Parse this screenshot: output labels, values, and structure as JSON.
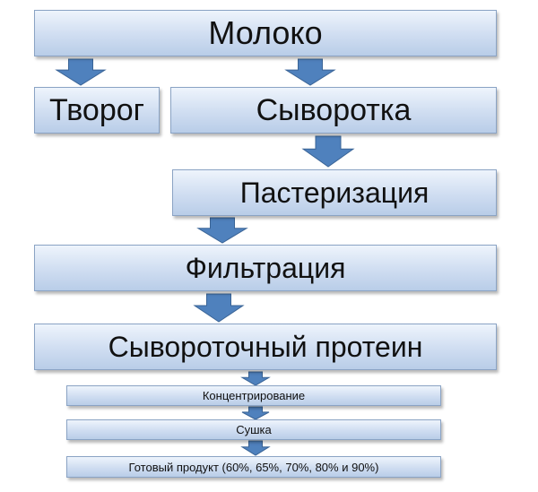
{
  "diagram": {
    "nodes": {
      "milk": "Молоко",
      "cottage_cheese": "Творог",
      "whey": "Сыворотка",
      "pasteurization": "Пастеризация",
      "filtration": "Фильтрация",
      "whey_protein": "Сывороточный протеин",
      "concentration": "Концентрирование",
      "drying": "Сушка",
      "finished_product": "Готовый продукт (60%, 65%, 70%, 80% и 90%)"
    },
    "colors": {
      "box_fill_top": "#eef4fc",
      "box_fill_bottom": "#b9cde8",
      "box_border": "#8aa3c4",
      "arrow_fill": "#4f81bd",
      "arrow_stroke": "#3a6496"
    }
  }
}
